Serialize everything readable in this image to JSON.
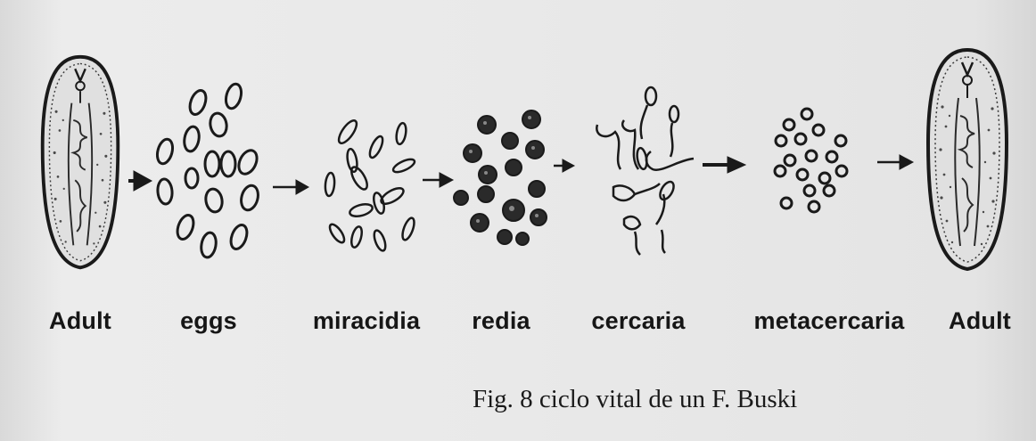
{
  "stages": [
    {
      "id": "adult-start",
      "label": "Adult"
    },
    {
      "id": "eggs",
      "label": "eggs"
    },
    {
      "id": "miracidia",
      "label": "miracidia"
    },
    {
      "id": "redia",
      "label": "redia"
    },
    {
      "id": "cercaria",
      "label": "cercaria"
    },
    {
      "id": "metacercaria",
      "label": "metacercaria"
    },
    {
      "id": "adult-end",
      "label": "Adult"
    }
  ],
  "caption": "Fig. 8 ciclo vital de un F. Buski",
  "colors": {
    "ink": "#1a1a1a",
    "paper": "#e6e6e6"
  }
}
